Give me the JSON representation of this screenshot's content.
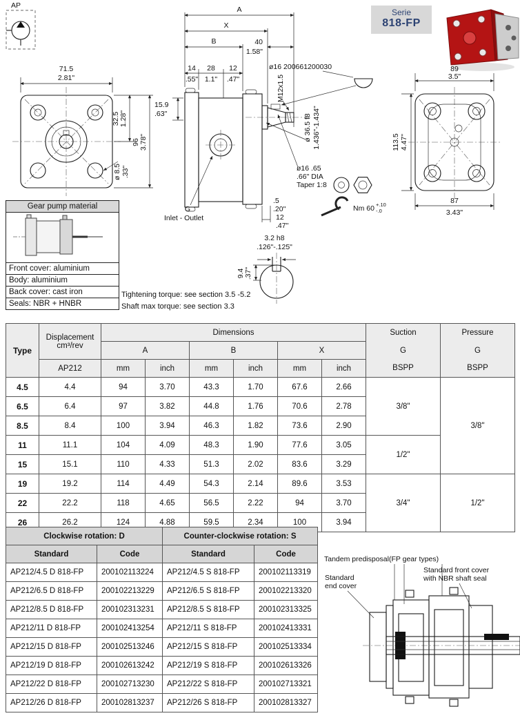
{
  "header": {
    "ap_label": "AP",
    "serie_label": "Serie",
    "serie_value": "818-FP"
  },
  "front_view": {
    "w_mm": "71.5",
    "w_in": "2.81\"",
    "port_mm": "32.5",
    "port_in": "1.28\"",
    "h_mm": "96",
    "h_in": "3.78\"",
    "hole_mm": "ø 8.5",
    "hole_in": ".33\""
  },
  "side_view": {
    "dim_a": "A",
    "dim_x": "X",
    "dim_b": "B",
    "len40_mm": "40",
    "len40_in": "1.58\"",
    "len14_mm": "14",
    "len14_in": ".55\"",
    "len28_mm": "28",
    "len28_in": "1.1\"",
    "len12_mm": "12",
    "len12_in": ".47\"",
    "key_code": "ø16 200661200030",
    "thread": "M12x1.5",
    "spigot_mm": "ø 36.5 f8",
    "spigot_in": "1.436\"-1.434\"",
    "h159_mm": "15.9",
    "h159_in": ".63\"",
    "port_g": "G",
    "port_label": "Inlet - Outlet",
    "d05_mm": ".5",
    "d05_in": ".20\"",
    "d12_mm": "12",
    "d12_in": ".47\"",
    "shaft_mm": "ø16 .65",
    "shaft_in": ".66\" DIA",
    "taper": "Taper 1:8",
    "torque": "Nm 60",
    "torque_tol_up": "+.10",
    "torque_tol_dn": "-.0"
  },
  "key_detail": {
    "key_mm": "3.2 h8",
    "key_in": ".126\"-.125\"",
    "depth_mm": "9.4",
    "depth_in": ".37\""
  },
  "rear_view": {
    "w_mm": "89",
    "w_in": "3.5\"",
    "h_mm": "113.5",
    "h_in": "4.47\"",
    "b_mm": "87",
    "b_in": "3.43\""
  },
  "material_box": {
    "title": "Gear pump material",
    "lines": [
      "Front cover: aluminium",
      "Body: aluminium",
      "Back cover: cast iron",
      "Seals: NBR + HNBR"
    ]
  },
  "notes": {
    "line1": "Tightening torque: see section 3.5 -5.2",
    "line2": "Shaft max torque: see section 3.3"
  },
  "dim_table": {
    "headers": {
      "type": "Type",
      "displacement_l1": "Displacement",
      "displacement_l2": "cm³/rev",
      "ap212": "AP212",
      "dimensions": "Dimensions",
      "a": "A",
      "b": "B",
      "x": "X",
      "mm": "mm",
      "inch": "inch",
      "suction": "Suction",
      "pressure": "Pressure",
      "g": "G",
      "bspp": "BSPP"
    },
    "rows": [
      {
        "type": "4.5",
        "disp": "4.4",
        "a_mm": "94",
        "a_in": "3.70",
        "b_mm": "43.3",
        "b_in": "1.70",
        "x_mm": "67.6",
        "x_in": "2.66"
      },
      {
        "type": "6.5",
        "disp": "6.4",
        "a_mm": "97",
        "a_in": "3.82",
        "b_mm": "44.8",
        "b_in": "1.76",
        "x_mm": "70.6",
        "x_in": "2.78"
      },
      {
        "type": "8.5",
        "disp": "8.4",
        "a_mm": "100",
        "a_in": "3.94",
        "b_mm": "46.3",
        "b_in": "1.82",
        "x_mm": "73.6",
        "x_in": "2.90"
      },
      {
        "type": "11",
        "disp": "11.1",
        "a_mm": "104",
        "a_in": "4.09",
        "b_mm": "48.3",
        "b_in": "1.90",
        "x_mm": "77.6",
        "x_in": "3.05"
      },
      {
        "type": "15",
        "disp": "15.1",
        "a_mm": "110",
        "a_in": "4.33",
        "b_mm": "51.3",
        "b_in": "2.02",
        "x_mm": "83.6",
        "x_in": "3.29"
      },
      {
        "type": "19",
        "disp": "19.2",
        "a_mm": "114",
        "a_in": "4.49",
        "b_mm": "54.3",
        "b_in": "2.14",
        "x_mm": "89.6",
        "x_in": "3.53"
      },
      {
        "type": "22",
        "disp": "22.2",
        "a_mm": "118",
        "a_in": "4.65",
        "b_mm": "56.5",
        "b_in": "2.22",
        "x_mm": "94",
        "x_in": "3.70"
      },
      {
        "type": "26",
        "disp": "26.2",
        "a_mm": "124",
        "a_in": "4.88",
        "b_mm": "59.5",
        "b_in": "2.34",
        "x_mm": "100",
        "x_in": "3.94"
      }
    ],
    "suction_sizes": [
      "3/8\"",
      "1/2\"",
      "3/4\""
    ],
    "pressure_sizes": [
      "3/8\"",
      "1/2\""
    ]
  },
  "codes_table": {
    "cw_header": "Clockwise rotation: D",
    "ccw_header": "Counter-clockwise rotation: S",
    "standard": "Standard",
    "code": "Code",
    "rows": [
      {
        "cw_std": "AP212/4.5 D 818-FP",
        "cw_code": "200102113224",
        "ccw_std": "AP212/4.5 S 818-FP",
        "ccw_code": "200102113319"
      },
      {
        "cw_std": "AP212/6.5 D 818-FP",
        "cw_code": "200102213229",
        "ccw_std": "AP212/6.5 S 818-FP",
        "ccw_code": "200102213320"
      },
      {
        "cw_std": "AP212/8.5 D 818-FP",
        "cw_code": "200102313231",
        "ccw_std": "AP212/8.5 S 818-FP",
        "ccw_code": "200102313325"
      },
      {
        "cw_std": "AP212/11 D 818-FP",
        "cw_code": "200102413254",
        "ccw_std": "AP212/11 S 818-FP",
        "ccw_code": "200102413331"
      },
      {
        "cw_std": "AP212/15 D 818-FP",
        "cw_code": "200102513246",
        "ccw_std": "AP212/15 S 818-FP",
        "ccw_code": "200102513334"
      },
      {
        "cw_std": "AP212/19 D 818-FP",
        "cw_code": "200102613242",
        "ccw_std": "AP212/19 S 818-FP",
        "ccw_code": "200102613326"
      },
      {
        "cw_std": "AP212/22 D 818-FP",
        "cw_code": "200102713230",
        "ccw_std": "AP212/22 S 818-FP",
        "ccw_code": "200102713321"
      },
      {
        "cw_std": "AP212/26 D 818-FP",
        "cw_code": "200102813237",
        "ccw_std": "AP212/26 S 818-FP",
        "ccw_code": "200102813327"
      }
    ]
  },
  "tandem": {
    "title": "Tandem predisposal(FP gear types)",
    "end_cover_l1": "Standard",
    "end_cover_l2": "end cover",
    "front_cover_l1": "Standard front cover",
    "front_cover_l2": "with NBR shaft seal"
  }
}
